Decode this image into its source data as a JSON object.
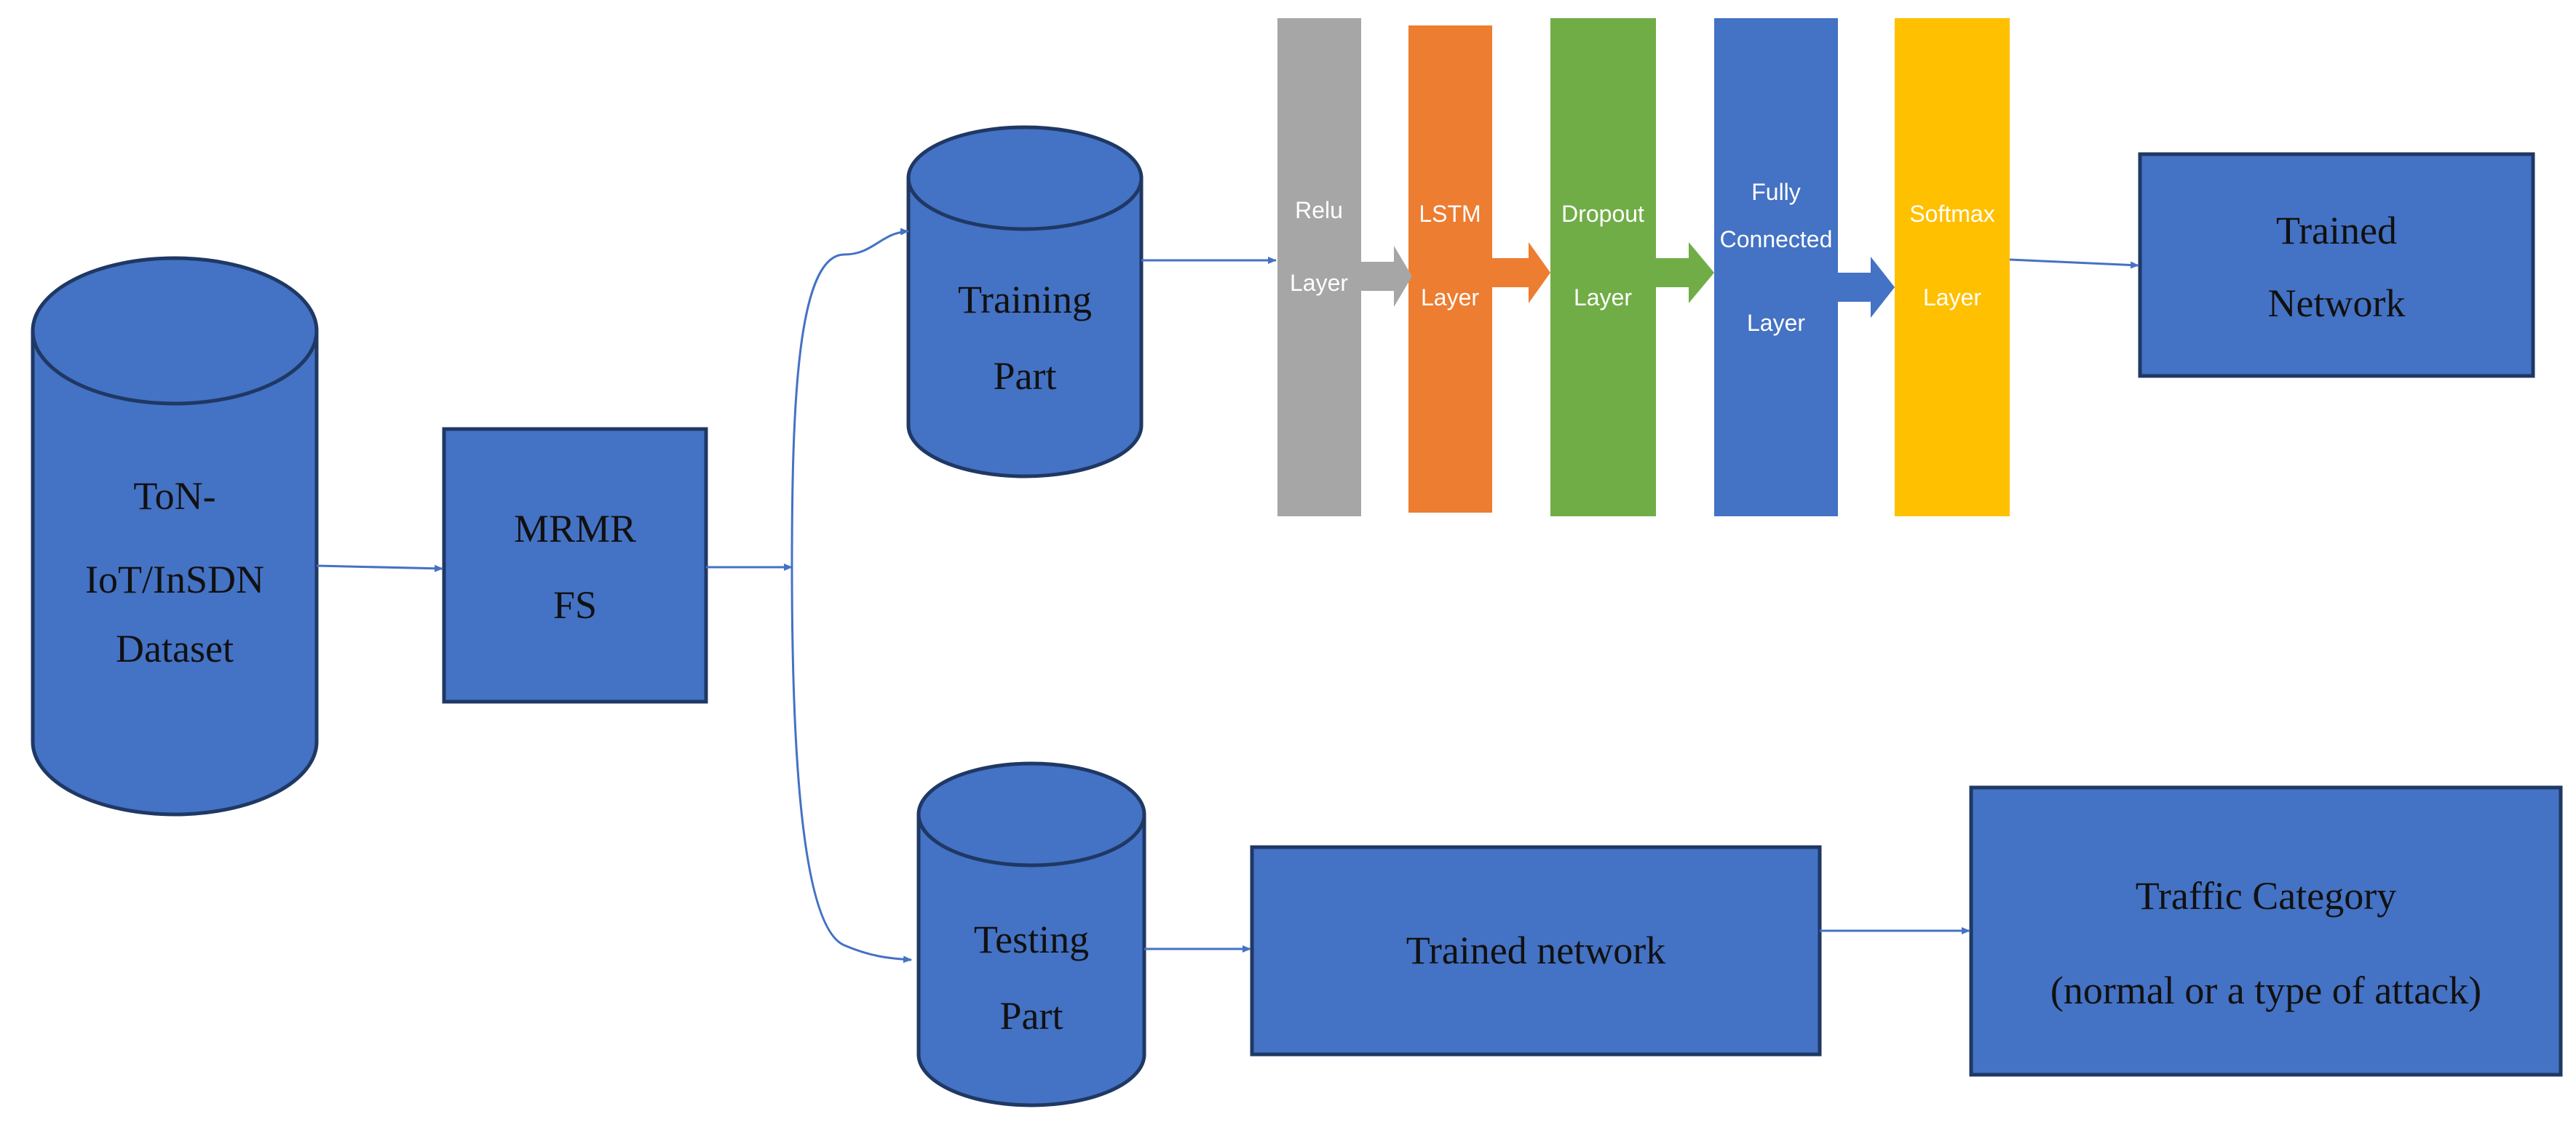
{
  "colors": {
    "node_fill": "#4472C4",
    "node_stroke": "#1F3864",
    "arrow": "#4472C4",
    "relu": "#A6A6A6",
    "lstm": "#ED7D31",
    "dropout": "#70AD47",
    "fully_connected": "#4472C4",
    "softmax": "#FFC000"
  },
  "dataset": {
    "line1": "ToN-",
    "line2": "IoT/InSDN",
    "line3": "Dataset"
  },
  "mrmr": {
    "line1": "MRMR",
    "line2": "FS"
  },
  "training": {
    "line1": "Training",
    "line2": "Part"
  },
  "testing": {
    "line1": "Testing",
    "line2": "Part"
  },
  "layers": {
    "relu": {
      "line1": "Relu",
      "line2": "Layer"
    },
    "lstm": {
      "line1": "LSTM",
      "line2": "Layer"
    },
    "dropout": {
      "line1": "Dropout",
      "line2": "Layer"
    },
    "fully_connected": {
      "line1": "Fully",
      "line2": "Connected",
      "line3": "Layer"
    },
    "softmax": {
      "line1": "Softmax",
      "line2": "Layer"
    }
  },
  "trained_network_top": {
    "line1": "Trained",
    "line2": "Network"
  },
  "trained_network_bottom": {
    "label": "Trained network"
  },
  "traffic_category": {
    "line1": "Traffic Category",
    "line2": "(normal or a type of attack)"
  }
}
